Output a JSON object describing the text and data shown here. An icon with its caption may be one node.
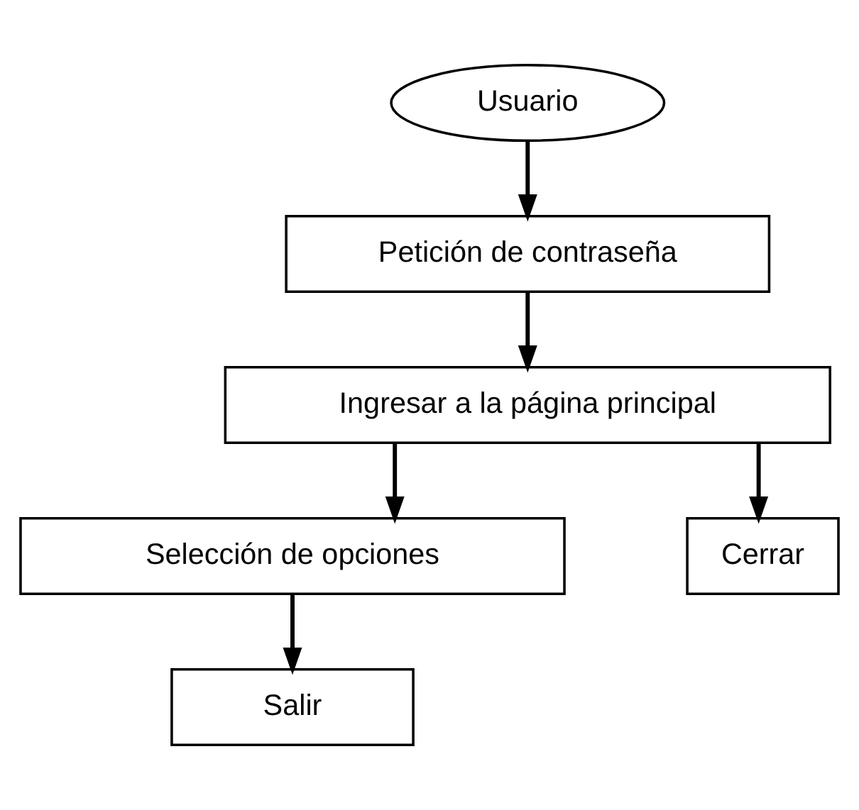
{
  "diagram": {
    "nodes": [
      {
        "text": [
          "Usuario"
        ]
      },
      {
        "text": [
          "Petición de contraseña"
        ]
      },
      {
        "text": [
          "Ingresar a la página principal"
        ]
      },
      {
        "text": [
          "Selección de opciones"
        ]
      },
      {
        "text": [
          "Cerrar"
        ]
      },
      {
        "text": [
          "Salir"
        ]
      }
    ],
    "edges": [
      {
        "from": 0,
        "to": 1,
        "arrow": "to"
      },
      {
        "from": 1,
        "to": 2,
        "arrow": "to"
      },
      {
        "from": 2,
        "to": 3,
        "arrow": "to"
      },
      {
        "from": 2,
        "to": 4,
        "arrow": "to"
      },
      {
        "from": 3,
        "to": 5,
        "arrow": "to"
      }
    ]
  }
}
